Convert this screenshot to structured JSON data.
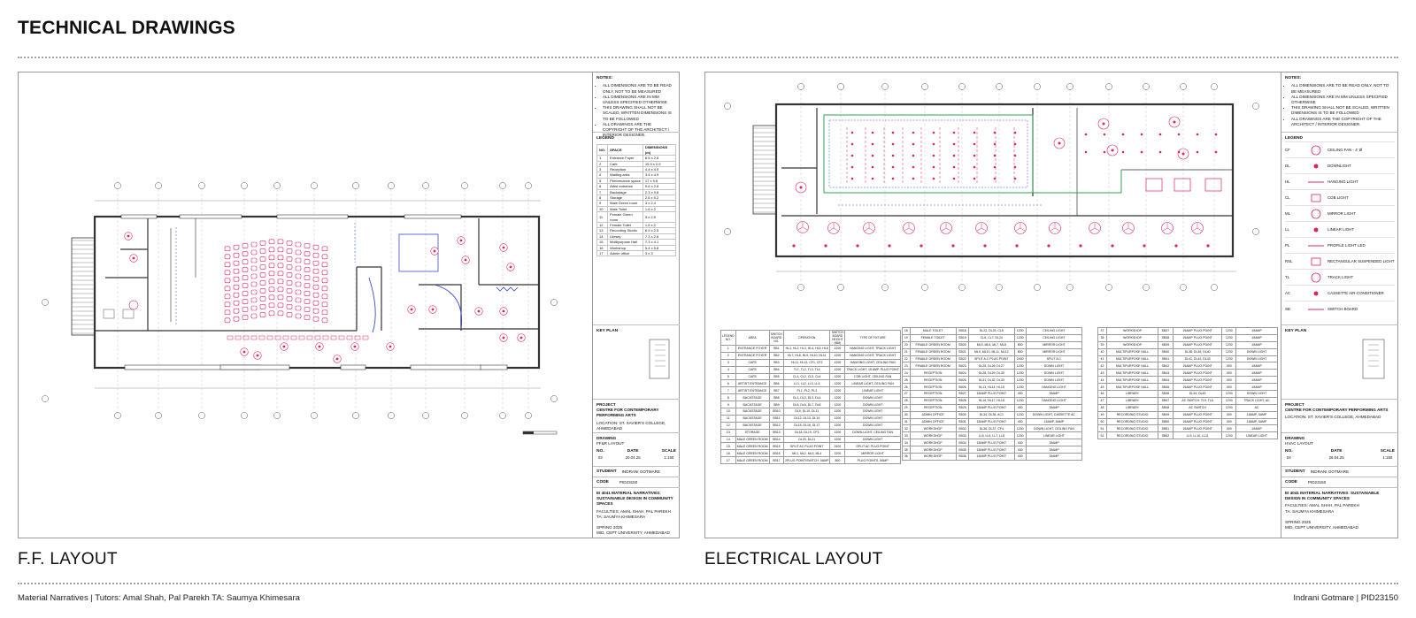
{
  "page": {
    "title": "TECHNICAL DRAWINGS",
    "captions": {
      "left": "F.F. LAYOUT",
      "right": "ELECTRICAL LAYOUT"
    },
    "footer_left": "Material Narratives | Tutors: Amal Shah, Pal Parekh   TA: Saumya Khimesara",
    "footer_right": "Indrani Gotmare | PID23150"
  },
  "colors": {
    "accent_red": "#e0245e",
    "accent_green": "#2fa05a",
    "accent_blue": "#3a4bd1",
    "line": "#333333"
  },
  "titleblock_common": {
    "notes_heading": "NOTES:",
    "notes": [
      "ALL DIMENSIONS ARE TO BE READ ONLY, NOT TO BE MEASURED",
      "ALL DIMENSIONS ARE IN MM UNLESS SPECIFIED OTHERWISE",
      "THIS DRAWING SHALL NOT BE SCALED, WRITTEN DIMENSIONS IS TO BE FOLLOWED",
      "ALL DRAWINGS ARE THE COPYRIGHT OF THE ARCHITECT / INTERIOR DESIGNER."
    ],
    "legend_heading": "LEGEND",
    "key_plan": "KEY PLAN",
    "project_label": "PROJECT",
    "project_name": "CENTRE FOR CONTEMPORARY PERFORMING ARTS",
    "location": "LOCATION: ST. XAVIER'S COLLEGE, AHMEDABAD",
    "drawing_label": "DRAWING",
    "no_label": "NO.",
    "date_label": "DATE",
    "scale_label": "SCALE",
    "date": "20.04.25",
    "scale": "1:150",
    "student_label": "STUDENT",
    "student": "INDRANI GOTMARE",
    "code_label": "CODE",
    "code": "PID23150",
    "course": "EI 4041 MATERIAL NARRATIVES: SUSTAINABLE DESIGN IN COMMUNITY SPACES",
    "faculties": "FACULTIES: AMAL SHAH, PAL PAREKH",
    "ta": "TA: SAUMYA KHIMESARA",
    "term": "SPRING 2025",
    "university": "MID, CEPT UNIVERSITY, AHMEDABAD"
  },
  "sheet_ff": {
    "drawing_name": "FF&R LAYOUT",
    "drawing_no": "03",
    "legend_columns": [
      "NO.",
      "SPACE",
      "DIMENSIONS (m)"
    ],
    "legend_rows": [
      [
        "1",
        "Entrance Foyer",
        "8.5 x 2.8"
      ],
      [
        "2",
        "Cafe",
        "15.9 x 2.9"
      ],
      [
        "3",
        "Reception",
        "4.4 x 4.9"
      ],
      [
        "4",
        "Waiting area",
        "3.4 x 4.9"
      ],
      [
        "5",
        "Performance space",
        "17 x 9.8"
      ],
      [
        "6",
        "Artist entrance",
        "9.6 x 2.8"
      ],
      [
        "7",
        "Backstage",
        "2.3 x 9.8"
      ],
      [
        "8",
        "Storage",
        "2.6 x 5.2"
      ],
      [
        "9",
        "Male Green room",
        "3 x 2.4"
      ],
      [
        "10",
        "Male Toilet",
        "1.6 x 2"
      ],
      [
        "11",
        "Female Green room",
        "3 x 2.5"
      ],
      [
        "12",
        "Female Toilet",
        "1.6 x 2"
      ],
      [
        "13",
        "Recording Studio",
        "6.9 x 2.5"
      ],
      [
        "14",
        "Library",
        "7.3 x 2.6"
      ],
      [
        "15",
        "Multipurpose Hall",
        "7.3 x 4.1"
      ],
      [
        "16",
        "Workshop",
        "5.4 x 5.8"
      ],
      [
        "17",
        "Admin office",
        "3 x 3"
      ]
    ]
  },
  "sheet_el": {
    "drawing_name": "HVAC LAYOUT",
    "drawing_no": "04",
    "date": "26.04.25",
    "legend_rows": [
      {
        "code": "CF",
        "label": "CEILING FAN - 4' Ø"
      },
      {
        "code": "DL",
        "label": "DOWNLIGHT"
      },
      {
        "code": "HL",
        "label": "HANGING LIGHT"
      },
      {
        "code": "CL",
        "label": "COB LIGHT"
      },
      {
        "code": "ML",
        "label": "MIRROR LIGHT"
      },
      {
        "code": "LL",
        "label": "LINEAR LIGHT"
      },
      {
        "code": "PL",
        "label": "PROFILE LIGHT LED"
      },
      {
        "code": "RSL",
        "label": "RECTANGULAR SUSPENDED LIGHT"
      },
      {
        "code": "TL",
        "label": "TRACK LIGHT"
      },
      {
        "code": "AC",
        "label": "CASSETTE AIR-CONDITIONER"
      },
      {
        "code": "SB",
        "label": "SWITCH BOARD"
      }
    ],
    "table_headers": [
      "LEGEND NO.",
      "AREA",
      "SWITCH BOARD NO.",
      "OPERATION",
      "SWITCH BOARD HEIGHT (MM)",
      "TYPE OF FIXTURE"
    ],
    "table1": [
      [
        "1",
        "ENTRANCE FOYER",
        "SB1",
        "HL1, HL2, HL3, HL4, HL5, HL6",
        "1200",
        "HANGING LIGHT, TRACK LIGHT"
      ],
      [
        "2",
        "ENTRANCE FOYER",
        "SB2",
        "HL7, HL8, HL9, HL10, HL11",
        "1200",
        "HANGING LIGHT, TRACK LIGHT"
      ],
      [
        "3",
        "CAFE",
        "SB3",
        "HL11, HL12, CF1, CF2",
        "1200",
        "HANGING LIGHT, CEILING FAN"
      ],
      [
        "4",
        "CAFE",
        "SB4",
        "TL1, TL2, TL3, TL4",
        "1200",
        "TRACK LIGHT, 15 AMP, PLUG POINT"
      ],
      [
        "5",
        "CAFE",
        "SB5",
        "CL1, CL2, CL3, CL4",
        "1200",
        "COB LIGHT, CEILING FAN"
      ],
      [
        "6",
        "ARTIST ENTRANCE",
        "SB6",
        "LL1, LL2, LL3, LL4",
        "1200",
        "LINEAR LIGHT, CEILING FAN"
      ],
      [
        "7",
        "ARTIST ENTRANCE",
        "SB7",
        "PL1, PL2, PL3",
        "1200",
        "LINEAR LIGHT"
      ],
      [
        "8",
        "BACKSTAGE",
        "SB8",
        "DL1, DL2, DL3, DL4",
        "1200",
        "DOWN LIGHT"
      ],
      [
        "9",
        "BACKSTAGE",
        "SB9",
        "DL5, DL6, DL7, DL8",
        "1200",
        "DOWN LIGHT"
      ],
      [
        "10",
        "BACKSTAGE",
        "SB10",
        "DL9, DL10, DL11",
        "1200",
        "DOWN LIGHT"
      ],
      [
        "11",
        "BACKSTAGE",
        "SB11",
        "DL12, DL13, DL14",
        "1200",
        "DOWN LIGHT"
      ],
      [
        "12",
        "BACKSTAGE",
        "SB12",
        "DL15, DL16, DL17",
        "1200",
        "DOWN LIGHT"
      ],
      [
        "13",
        "STORAGE",
        "SB13",
        "DL18, DL19, CF3",
        "1200",
        "DOWN LIGHT, CEILING FAN"
      ],
      [
        "14",
        "MALE GREEN ROOM",
        "SB14",
        "DL20, DL21",
        "1200",
        "DOWN LIGHT"
      ],
      [
        "15",
        "MALE GREEN ROOM",
        "SB15",
        "SPLIT AC PLUG POINT",
        "2400",
        "SPLIT AC PLUG POINT"
      ],
      [
        "16",
        "MALE GREEN ROOM",
        "SB16",
        "ML1, ML2, ML3, ML4",
        "1200",
        "MIRROR LIGHT"
      ],
      [
        "17",
        "MALE GREEN ROOM",
        "SB17",
        "2PLUG POINT/SWITCH, 5AMP",
        "800",
        "PLUG POINTS, 5AMP"
      ]
    ],
    "table2": [
      [
        "18",
        "MALE TOILET",
        "SB18",
        "DL22, DL23, CL5",
        "1200",
        "CEILING LIGHT"
      ],
      [
        "19",
        "FEMALE TOILET",
        "SB19",
        "CL6, CL7, DL24",
        "1200",
        "CEILING LIGHT"
      ],
      [
        "20",
        "FEMALE GREEN ROOM",
        "SB20",
        "ML5, ML6, ML7, ML8",
        "800",
        "MIRROR LIGHT"
      ],
      [
        "21",
        "FEMALE GREEN ROOM",
        "SB21",
        "ML9, ML10, ML11, ML12",
        "800",
        "MIRROR LIGHT"
      ],
      [
        "22",
        "FEMALE GREEN ROOM",
        "SB22",
        "SPLIT A.C PLUG POINT",
        "2400",
        "SPLIT A.C"
      ],
      [
        "23",
        "FEMALE GREEN ROOM",
        "SB23",
        "DL25, DL26, DL27",
        "1200",
        "DOWN LIGHT"
      ],
      [
        "24",
        "RECEPTION",
        "SB24",
        "DL28, DL29, DL30",
        "1200",
        "DOWN LIGHT"
      ],
      [
        "25",
        "RECEPTION",
        "SB25",
        "DL31, DL32, DL33",
        "1200",
        "DOWN LIGHT"
      ],
      [
        "26",
        "RECEPTION",
        "SB26",
        "HL13, HL14, HL15",
        "1200",
        "HANGING LIGHT"
      ],
      [
        "27",
        "RECEPTION",
        "SB27",
        "15AMP PLUG POINT",
        "400",
        "15AMP"
      ],
      [
        "28",
        "RECEPTION",
        "SB28",
        "HL16, HL17, HL18",
        "1200",
        "HANGING LIGHT"
      ],
      [
        "29",
        "RECEPTION",
        "SB29",
        "15AMP PLUG POINT",
        "400",
        "15AMP"
      ],
      [
        "30",
        "ADMIN OFFICE",
        "SB30",
        "DL34, DL35, AC1",
        "1200",
        "DOWN LIGHT, CASSETTE AC"
      ],
      [
        "31",
        "ADMIN OFFICE",
        "SB31",
        "15AMP PLUG POINT",
        "400",
        "15AMP, 5AMP"
      ],
      [
        "32",
        "WORKSHOP",
        "SB32",
        "DL36, DL37, CF4",
        "1200",
        "DOWN LIGHT, CEILING FAN"
      ],
      [
        "33",
        "WORKSHOP",
        "SB33",
        "LL5, LL6, LL7, LL8",
        "1200",
        "LINEAR LIGHT"
      ],
      [
        "34",
        "WORKSHOP",
        "SB34",
        "15AMP PLUG POINT",
        "400",
        "15AMP"
      ],
      [
        "35",
        "WORKSHOP",
        "SB35",
        "15AMP PLUG POINT",
        "400",
        "15AMP"
      ],
      [
        "36",
        "WORKSHOP",
        "SB36",
        "15AMP PLUG POINT",
        "400",
        "15AMP"
      ]
    ],
    "table3": [
      [
        "37",
        "WORKSHOP",
        "SB37",
        "15AMP PLUG POINT",
        "1200",
        "15AMP"
      ],
      [
        "38",
        "WORKSHOP",
        "SB38",
        "15AMP PLUG POINT",
        "1200",
        "15AMP"
      ],
      [
        "39",
        "WORKSHOP",
        "SB39",
        "15AMP PLUG POINT",
        "1200",
        "15AMP"
      ],
      [
        "40",
        "MULTIPURPOSE HALL",
        "SB40",
        "DL38, DL39, DL40",
        "1200",
        "DOWN LIGHT"
      ],
      [
        "41",
        "MULTIPURPOSE HALL",
        "SB41",
        "DL41, DL42, DL43",
        "1200",
        "DOWN LIGHT"
      ],
      [
        "42",
        "MULTIPURPOSE HALL",
        "SB42",
        "15AMP PLUG POINT",
        "400",
        "15AMP"
      ],
      [
        "43",
        "MULTIPURPOSE HALL",
        "SB43",
        "15AMP PLUG POINT",
        "400",
        "15AMP"
      ],
      [
        "44",
        "MULTIPURPOSE HALL",
        "SB44",
        "15AMP PLUG POINT",
        "400",
        "15AMP"
      ],
      [
        "45",
        "MULTIPURPOSE HALL",
        "SB45",
        "15AMP PLUG POINT",
        "400",
        "15AMP"
      ],
      [
        "46",
        "LIBRARY",
        "SB46",
        "DL44, DL45",
        "1200",
        "DOWN LIGHT"
      ],
      [
        "47",
        "LIBRARY",
        "SB47",
        "AC SWITCH, TL5, TL6",
        "1200",
        "TRACK LIGHT, AC"
      ],
      [
        "48",
        "LIBRARY",
        "SB48",
        "AC SWITCH",
        "1200",
        "AC"
      ],
      [
        "49",
        "RECORDING STUDIO",
        "SB49",
        "15AMP PLUG POINT",
        "400",
        "15AMP, 5AMP"
      ],
      [
        "50",
        "RECORDING STUDIO",
        "SB50",
        "15AMP PLUG POINT",
        "400",
        "15AMP, 5AMP"
      ],
      [
        "51",
        "RECORDING STUDIO",
        "SB51",
        "15AMP PLUG POINT",
        "400",
        "15AMP"
      ],
      [
        "52",
        "RECORDING STUDIO",
        "SB52",
        "LL9, LL10, LL11",
        "1200",
        "LINEAR LIGHT"
      ]
    ]
  }
}
